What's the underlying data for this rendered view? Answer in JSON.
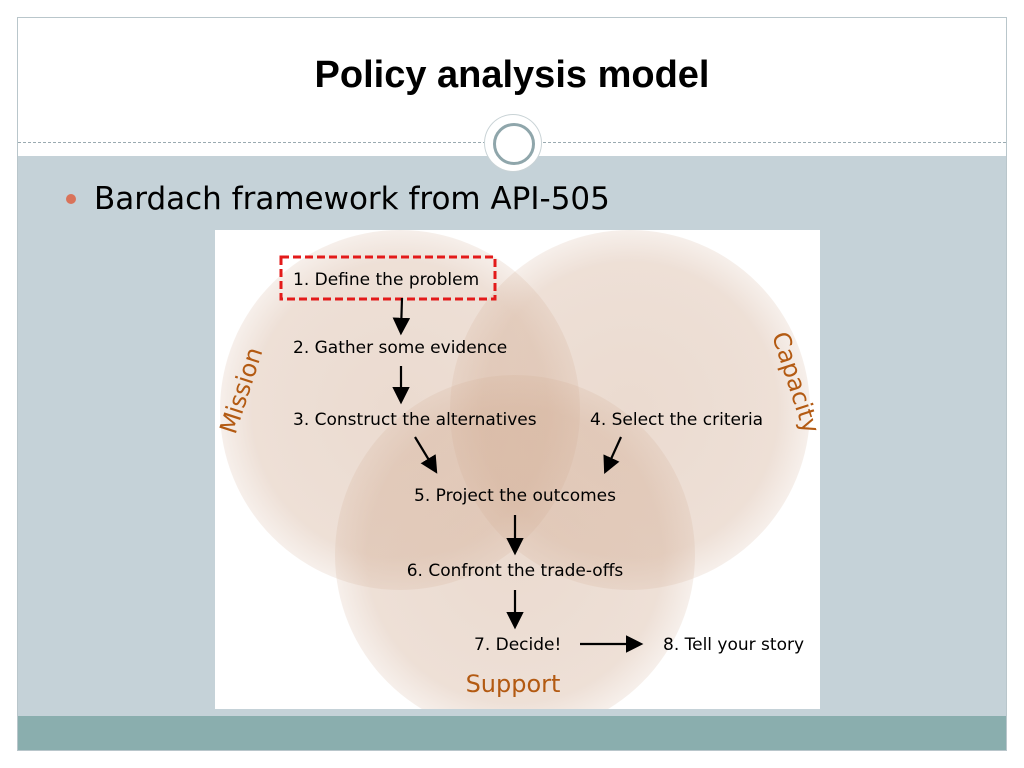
{
  "slide": {
    "title": "Policy analysis model",
    "bullet": "Bardach framework from API-505"
  },
  "diagram": {
    "circle_labels": {
      "mission": "Mission",
      "capacity": "Capacity",
      "support": "Support"
    },
    "steps": [
      "1. Define the problem",
      "2. Gather some evidence",
      "3. Construct the alternatives",
      "4. Select the criteria",
      "5. Project the outcomes",
      "6. Confront the trade-offs",
      "7. Decide!",
      "8. Tell your story"
    ],
    "colors": {
      "circle_fill": "#cfa88e",
      "circle_label": "#b35a12",
      "highlight_border": "#e31a1a",
      "accent_bullet": "#d9735a"
    }
  }
}
